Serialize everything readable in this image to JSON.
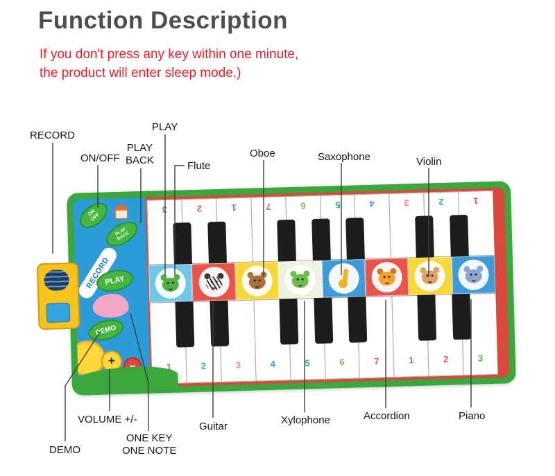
{
  "title": "Function Description",
  "warning": {
    "line1": "If you don't press any key within one minute,",
    "line2": "the product will enter sleep mode.)"
  },
  "callouts": {
    "record": "RECORD",
    "on_off": "ON/OFF",
    "play_back_line1": "PLAY",
    "play_back_line2": "BACK",
    "play": "PLAY",
    "flute": "Flute",
    "oboe": "Oboe",
    "saxophone": "Saxophone",
    "violin": "Violin",
    "volume": "VOLUME +/-",
    "demo": "DEMO",
    "one_key_line1": "ONE KEY",
    "one_key_line2": "ONE NOTE",
    "guitar": "Guitar",
    "xylophone": "Xylophone",
    "accordion": "Accordion",
    "piano": "Piano"
  },
  "mat": {
    "colors": {
      "border_green": "#3aa83c",
      "frame_red": "#d8493e",
      "panel_blue": "#2b9cd8",
      "button_green": "#44b53e",
      "speaker_yellow": "#f6c31c"
    },
    "buttons": {
      "on_off": "ON\nOFF",
      "play_back": "PLAY\nBACK",
      "record": "RECORD",
      "play": "PLAY",
      "demo": "DEMO",
      "volume_plus": "+",
      "volume_minus": "−"
    },
    "tiles": [
      {
        "instrument": "Flute",
        "animal": "frog",
        "bg": "#6fc8e8",
        "head": "#4fae44"
      },
      {
        "instrument": "Guitar",
        "animal": "zebra",
        "bg": "#e8544b",
        "head": "#f0f0f0",
        "ear": "#3a3a3a",
        "stripes": true
      },
      {
        "instrument": "Oboe",
        "animal": "monkey",
        "bg": "#f8d838",
        "head": "#a9713b"
      },
      {
        "instrument": "Xylophone",
        "animal": "crocodile",
        "bg": "#eef2e0",
        "head": "#6cbf4a"
      },
      {
        "instrument": "Saxophone",
        "animal": "saxophone",
        "bg": "#3f9ad8",
        "head": "#f0b429"
      },
      {
        "instrument": "Accordion",
        "animal": "lion",
        "bg": "#e8544b",
        "head": "#f5a32c",
        "ear": "#c97b1e"
      },
      {
        "instrument": "Violin",
        "animal": "cat",
        "bg": "#f8d838",
        "head": "#e0a06a"
      },
      {
        "instrument": "Piano",
        "animal": "hippo",
        "bg": "#3f9ad8",
        "head": "#8ba7cd"
      }
    ],
    "keys_top_numbers": [
      "3",
      "2",
      "1",
      "7",
      "6",
      "5",
      "4",
      "3",
      "2",
      "1"
    ],
    "keys_bottom_numbers": [
      "1",
      "2",
      "3",
      "4",
      "5",
      "6",
      "7",
      "1",
      "2",
      "3"
    ],
    "number_colors_bottom": [
      "#e8544b",
      "#2aa9a0",
      "#ef7fa8",
      "#4a90d8",
      "#2aa9a0",
      "#7ab648",
      "#e8544b",
      "#4a90d8",
      "#e8544b",
      "#58b848"
    ],
    "number_colors_top": [
      "#58b848",
      "#e8544b",
      "#4a90d8",
      "#e8544b",
      "#7ab648",
      "#2aa9a0",
      "#4a90d8",
      "#ef7fa8",
      "#2aa9a0",
      "#e8544b"
    ]
  }
}
